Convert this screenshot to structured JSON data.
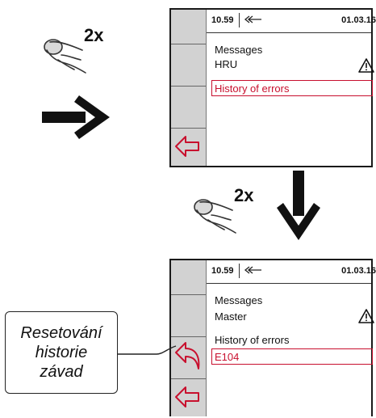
{
  "gestures": [
    {
      "tap_count": "2x",
      "icon": "hand-tap-icon"
    },
    {
      "tap_count": "2x",
      "icon": "hand-tap-icon"
    }
  ],
  "screen_top": {
    "status": {
      "time": "10.59",
      "date": "01.03.16",
      "connection_icon": "connection-icon"
    },
    "lines": {
      "messages": "Messages",
      "device": "HRU"
    },
    "selected": "History of errors",
    "warning_icon": "warning-icon",
    "back_icon": "back-arrow-icon"
  },
  "screen_bottom": {
    "status": {
      "time": "10.59",
      "date": "01.03.16",
      "connection_icon": "connection-icon"
    },
    "lines": {
      "messages": "Messages",
      "device": "Master",
      "history": "History of errors"
    },
    "selected": "E104",
    "warning_icon": "warning-icon",
    "reset_icon": "reset-arrow-icon",
    "back_icon": "back-arrow-icon"
  },
  "callout": {
    "line1": "Resetování",
    "line2": "historie",
    "line3": "závad"
  },
  "colors": {
    "accent": "#c8102e",
    "sidebar": "#d2d2d2",
    "frame": "#1a1a1a"
  }
}
